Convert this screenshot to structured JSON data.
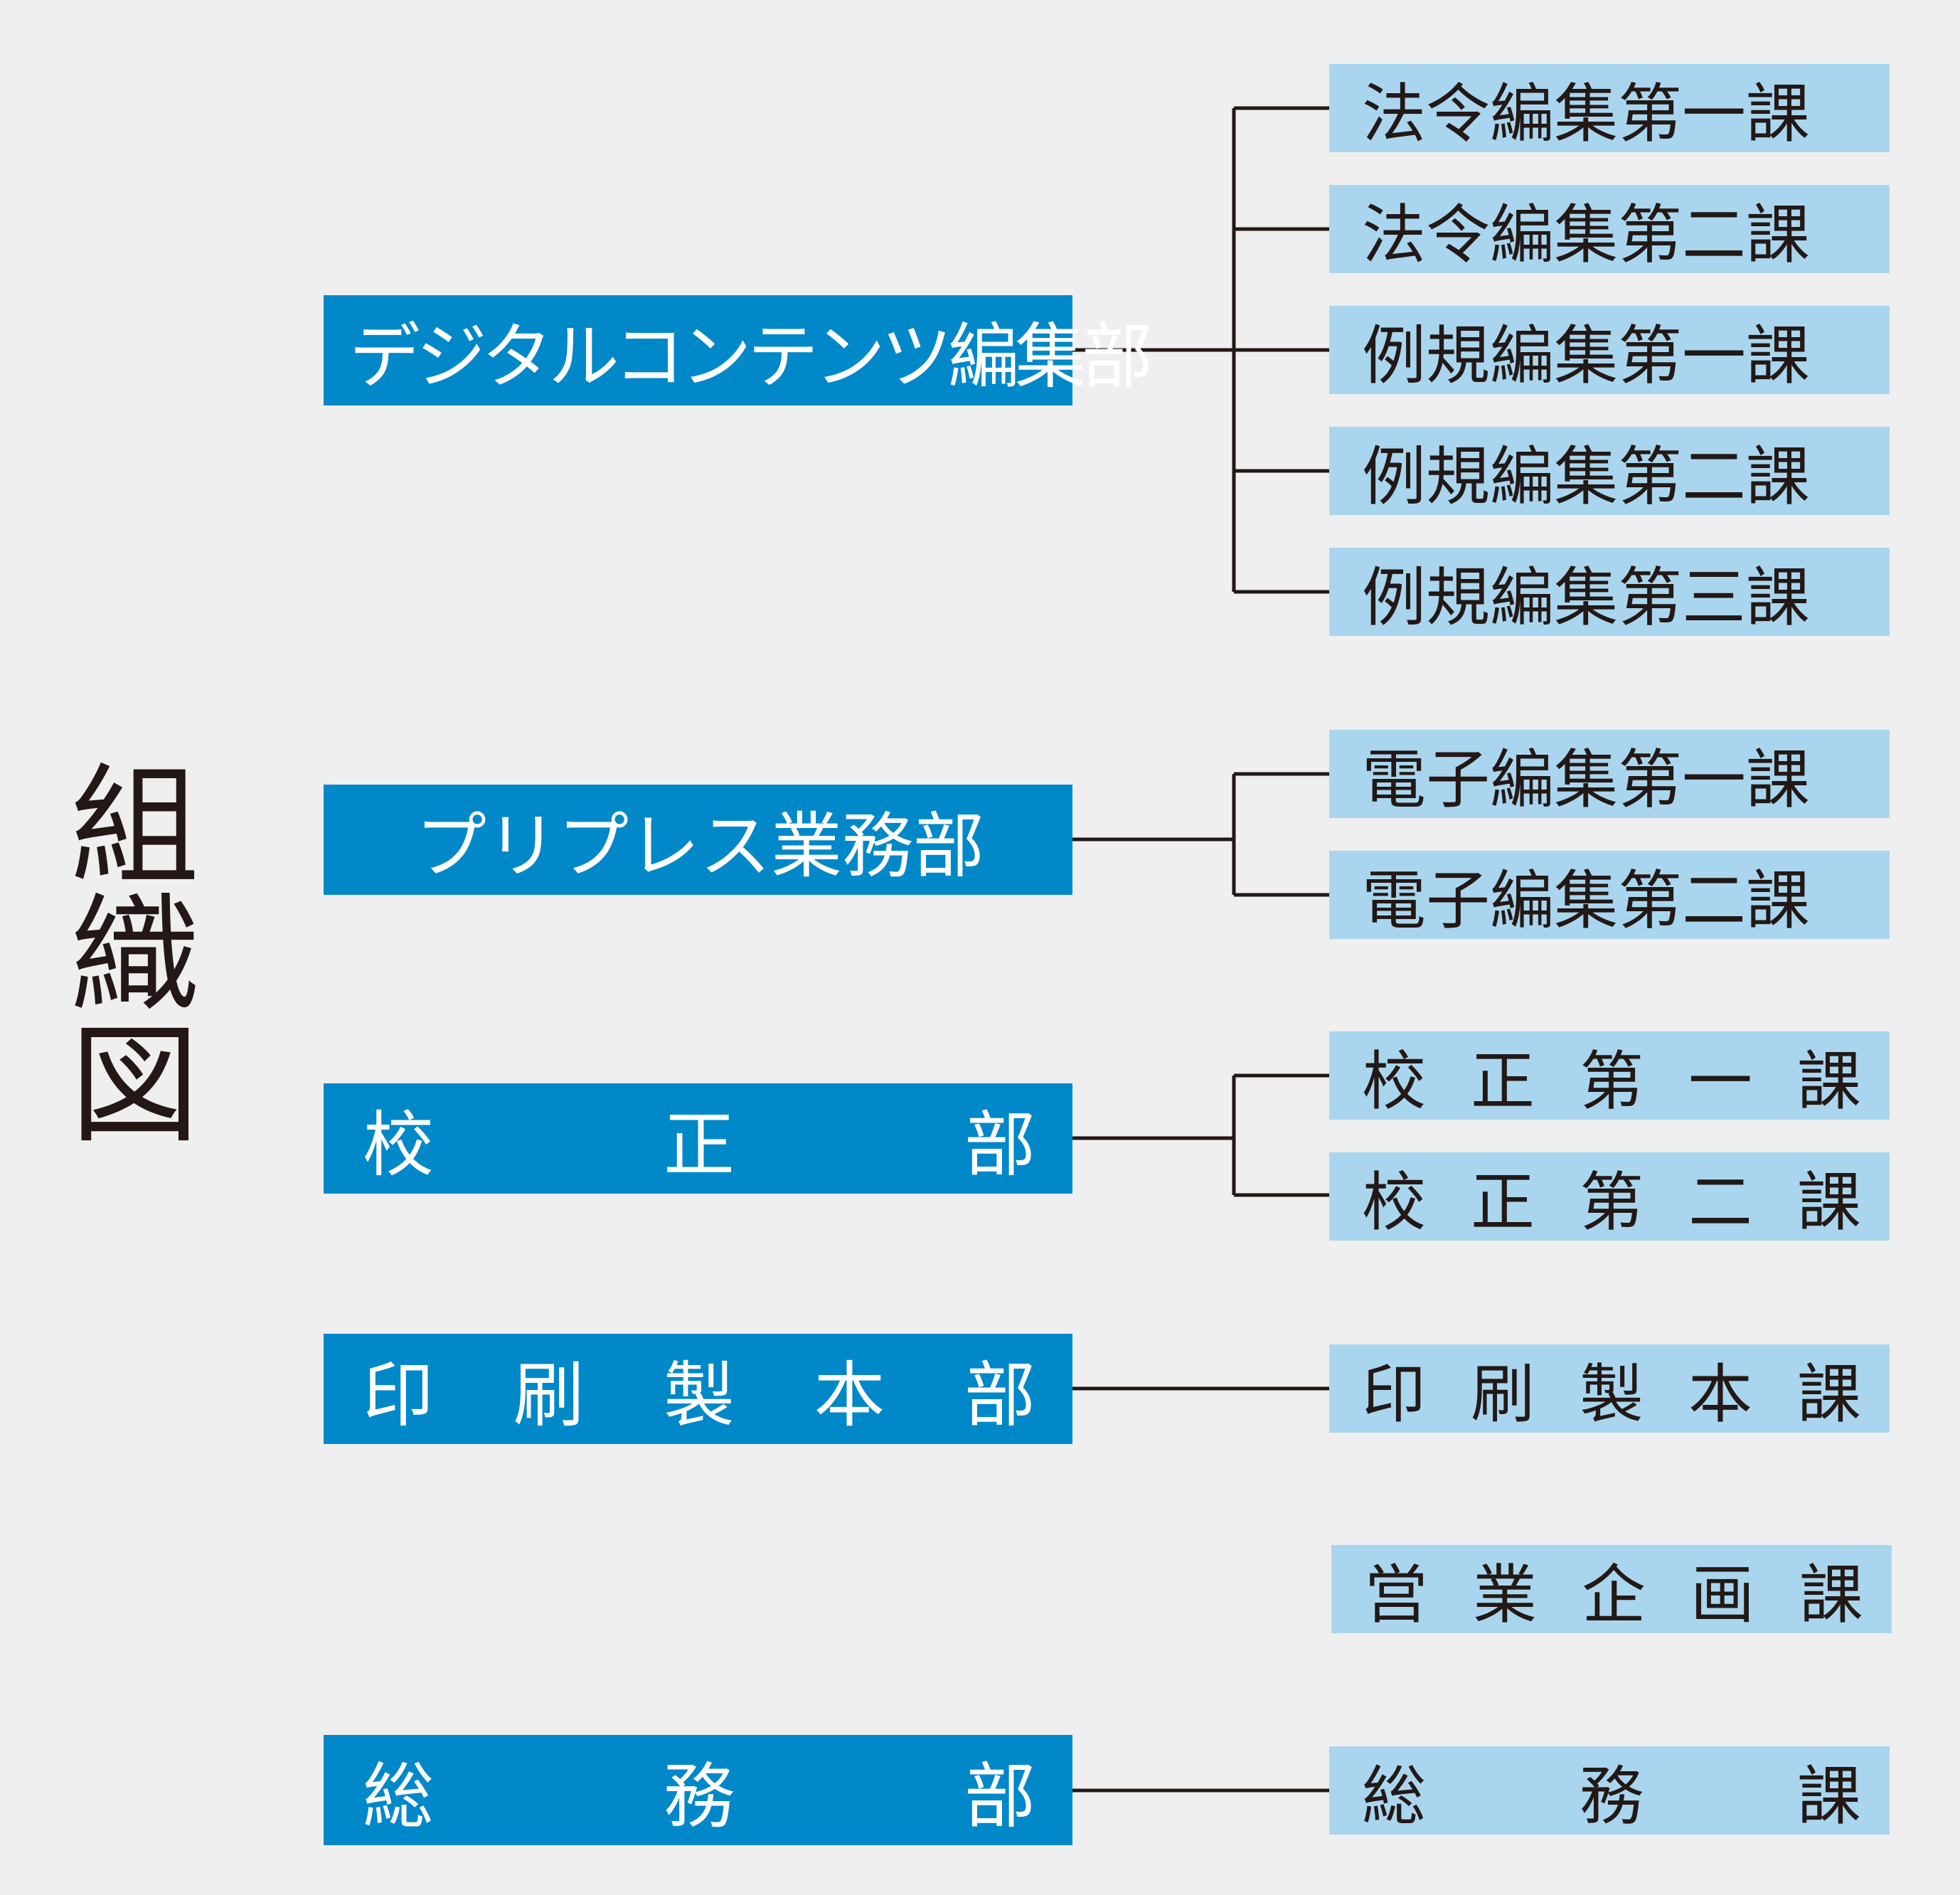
{
  "title": "組織図",
  "departments": [
    {
      "name": "デジタルコンテンツ編集部",
      "sections": [
        "法令編集第一課",
        "法令編集第二課",
        "例規編集第一課",
        "例規編集第二課",
        "例規編集第三課"
      ]
    },
    {
      "name": "プリプレス業務部",
      "sections": [
        "電子編集第一課",
        "電子編集第二課"
      ]
    },
    {
      "name": "校正部",
      "sections": [
        "校正第一課",
        "校正第二課"
      ]
    },
    {
      "name": "印刷製本部",
      "sections": [
        "印刷製本課"
      ]
    },
    {
      "name": "",
      "sections": [
        "営業企画課"
      ]
    },
    {
      "name": "総務部",
      "sections": [
        "総務課"
      ]
    }
  ]
}
